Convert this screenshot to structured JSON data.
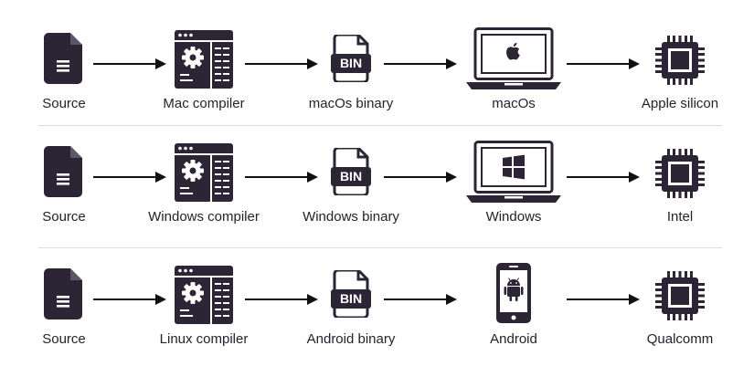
{
  "colors": {
    "icon": "#2b2535",
    "arrow": "#111111",
    "text": "#24222e",
    "divider": "#dddddd",
    "background": "#ffffff"
  },
  "icons": {
    "source": "document-icon",
    "compiler": "compiler-window-gear-icon",
    "binary": "bin-file-icon",
    "mac_os": "laptop-apple-icon",
    "windows_os": "laptop-windows-icon",
    "android_os": "phone-android-icon",
    "chip": "cpu-chip-icon"
  },
  "rows": [
    {
      "source_label": "Source",
      "compiler_label": "Mac compiler",
      "binary_label": "macOs binary",
      "binary_badge": "BIN",
      "os_label": "macOs",
      "hardware_label": "Apple silicon"
    },
    {
      "source_label": "Source",
      "compiler_label": "Windows compiler",
      "binary_label": "Windows binary",
      "binary_badge": "BIN",
      "os_label": "Windows",
      "hardware_label": "Intel"
    },
    {
      "source_label": "Source",
      "compiler_label": "Linux compiler",
      "binary_label": "Android binary",
      "binary_badge": "BIN",
      "os_label": "Android",
      "hardware_label": "Qualcomm"
    }
  ]
}
